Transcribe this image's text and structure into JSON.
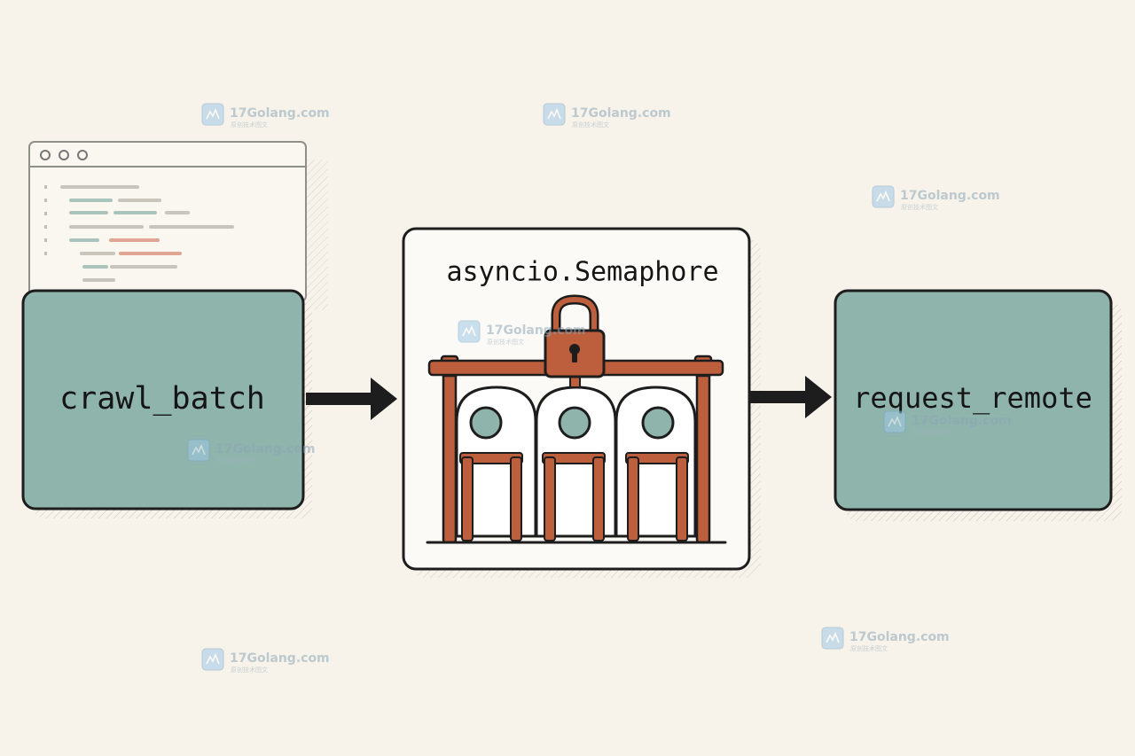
{
  "nodes": {
    "source": {
      "label": "crawl_batch"
    },
    "gate": {
      "label": "asyncio.Semaphore"
    },
    "target": {
      "label": "request_remote"
    }
  },
  "watermark": {
    "text": "17Golang.com",
    "subtext": "原创技术图文"
  },
  "colors": {
    "background": "#f8f3ea",
    "node_fill": "#8fb4ac",
    "stroke": "#1d1d1d",
    "copper": "#bd5e3d",
    "copper_light": "#d98467",
    "window_bar_green": "#8fb4ac",
    "window_bar_red": "#d98c74"
  },
  "gate_slots": 3
}
